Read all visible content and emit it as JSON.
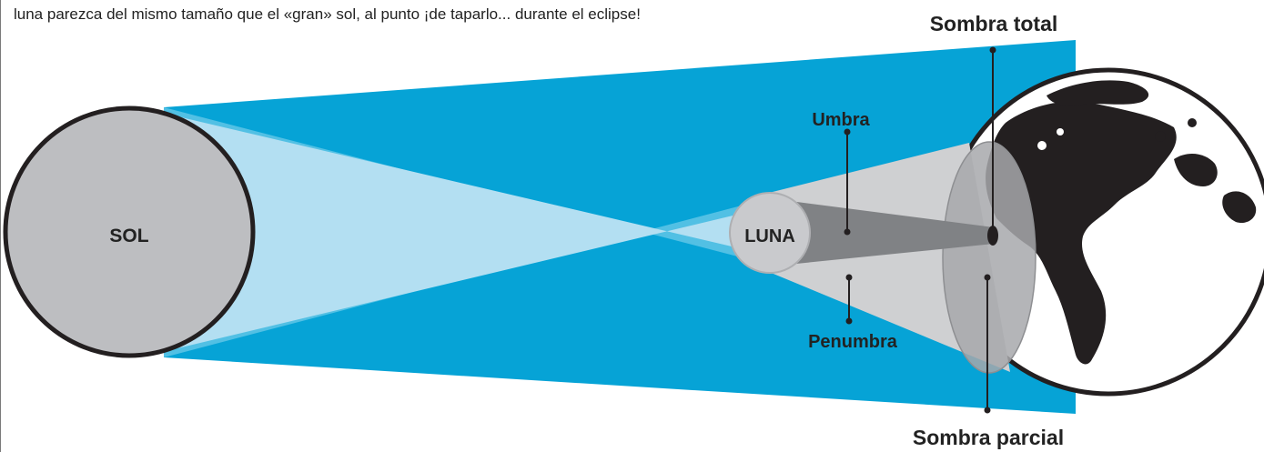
{
  "intro_text": "luna parezca del mismo tamaño que el «gran» sol, al punto ¡de taparlo... durante el eclipse!",
  "labels": {
    "sun": "SOL",
    "moon": "LUNA",
    "umbra": "Umbra",
    "penumbra": "Penumbra",
    "total_shadow": "Sombra total",
    "partial_shadow": "Sombra parcial"
  },
  "colors": {
    "outer_rays": "#06a3d6",
    "mid_rays": "#52c0e4",
    "inner_rays": "#b3dff2",
    "sun_fill": "#bdbec1",
    "moon_fill": "#c9cacd",
    "penumbra_cone": "#cfd0d2",
    "umbra_cone": "#808285",
    "earth_ocean": "#ffffff",
    "earth_land": "#231f20",
    "text": "#222222"
  }
}
